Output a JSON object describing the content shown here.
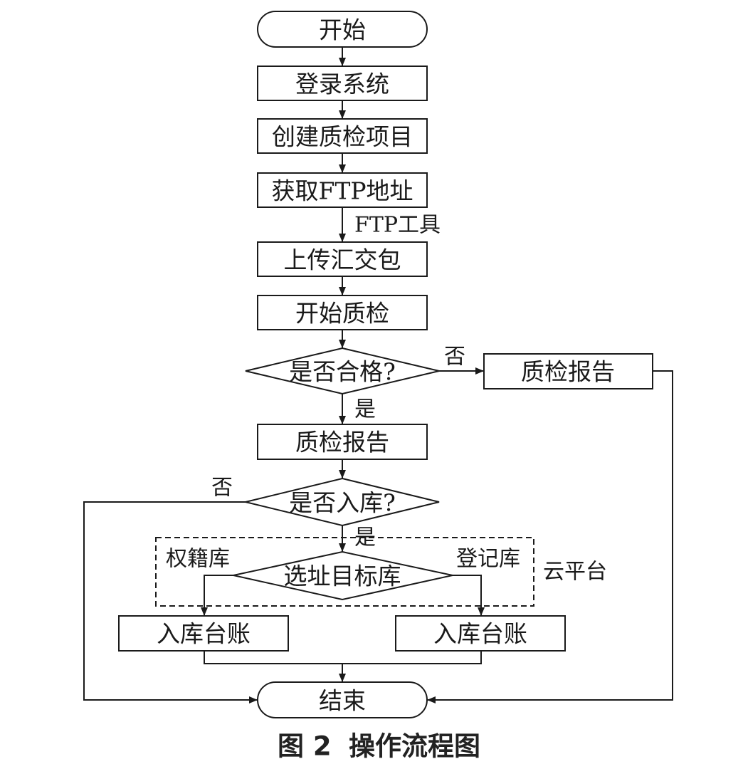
{
  "nodes": {
    "start": "开始",
    "login": "登录系统",
    "create_project": "创建质检项目",
    "get_ftp": "获取FTP地址",
    "upload": "上传汇交包",
    "start_check": "开始质检",
    "decision_pass": "是否合格?",
    "report_fail": "质检报告",
    "report_pass": "质检报告",
    "decision_store": "是否入库?",
    "decision_target": "选址目标库",
    "ledger_left": "入库台账",
    "ledger_right": "入库台账",
    "end": "结束"
  },
  "labels": {
    "ftp_tool": "FTP工具",
    "pass_no": "否",
    "pass_yes": "是",
    "store_no": "否",
    "store_yes": "是",
    "cadastral_db": "权籍库",
    "registration_db": "登记库",
    "cloud_platform": "云平台"
  },
  "caption": {
    "figure": "图 2",
    "title": "操作流程图"
  }
}
